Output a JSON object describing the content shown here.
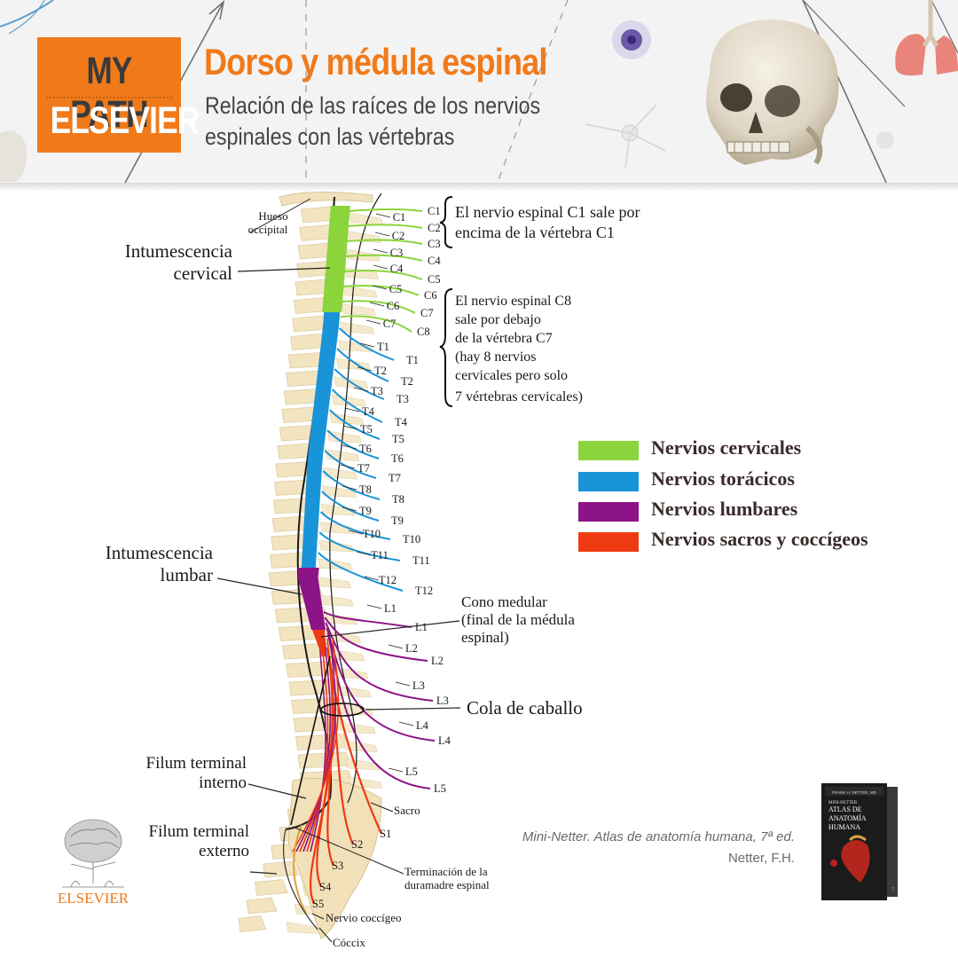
{
  "header": {
    "logo_line1": "MY PATH",
    "logo_line2": "ELSEVIER",
    "title": "Dorso y médula espinal",
    "subtitle": "Relación de las raíces de los nervios espinales con las vértebras",
    "colors": {
      "orange": "#f07a1a",
      "banner_bg": "#f4f3f3"
    }
  },
  "diagram": {
    "labels": {
      "hueso_line1": "Hueso",
      "hueso_line2": "occipital",
      "int_cervical_line1": "Intumescencia",
      "int_cervical_line2": "cervical",
      "int_lumbar_line1": "Intumescencia",
      "int_lumbar_line2": "lumbar",
      "cono_line1": "Cono medular",
      "cono_line2": "(final de la médula",
      "cono_line3": "espinal)",
      "cola": "Cola de caballo",
      "filum_int_line1": "Filum terminal",
      "filum_int_line2": "interno",
      "filum_ext_line1": "Filum terminal",
      "filum_ext_line2": "externo",
      "terminacion_line1": "Terminación de la",
      "terminacion_line2": "duramadre espinal",
      "coccigeo": "Nervio coccígeo",
      "coccix": "Cóccix",
      "sacro": "Sacro"
    },
    "note_c1": [
      "El nervio espinal C1 sale por",
      "encima de la vértebra C1"
    ],
    "note_c8": [
      "El nervio espinal C8",
      "sale por debajo",
      "de la vértebra C7",
      "(hay 8 nervios",
      "cervicales pero solo",
      "7 vértebras cervicales)"
    ],
    "vertebra_labels": [
      "C1",
      "C2",
      "C3",
      "C4",
      "C5",
      "C6",
      "C7",
      "T1",
      "T2",
      "T3",
      "T4",
      "T5",
      "T6",
      "T7",
      "T8",
      "T9",
      "T10",
      "T11",
      "T12",
      "L1",
      "L2",
      "L3",
      "L4",
      "L5"
    ],
    "nerve_labels": [
      "C1",
      "C2",
      "C3",
      "C4",
      "C5",
      "C6",
      "C7",
      "C8",
      "T1",
      "T2",
      "T3",
      "T4",
      "T5",
      "T6",
      "T7",
      "T8",
      "T9",
      "T10",
      "T11",
      "T12",
      "L1",
      "L2",
      "L3",
      "L4",
      "L5",
      "S1",
      "S2",
      "S3",
      "S4",
      "S5"
    ]
  },
  "legend": [
    {
      "label": "Nervios cervicales",
      "color": "#8cd43c"
    },
    {
      "label": "Nervios torácicos",
      "color": "#1a94d8"
    },
    {
      "label": "Nervios lumbares",
      "color": "#8c1487"
    },
    {
      "label": "Nervios sacros y coccígeos",
      "color": "#ee3a12"
    }
  ],
  "source": {
    "line1": "Mini-Netter. Atlas de anatomía humana, 7ª ed.",
    "line2": "Netter, F.H."
  },
  "footer_logo": "ELSEVIER",
  "book": {
    "author": "FRANK H. NETTER, MD",
    "series": "MINI-NETTER",
    "title": "ATLAS DE ANATOMÍA HUMANA",
    "edition": "7"
  }
}
